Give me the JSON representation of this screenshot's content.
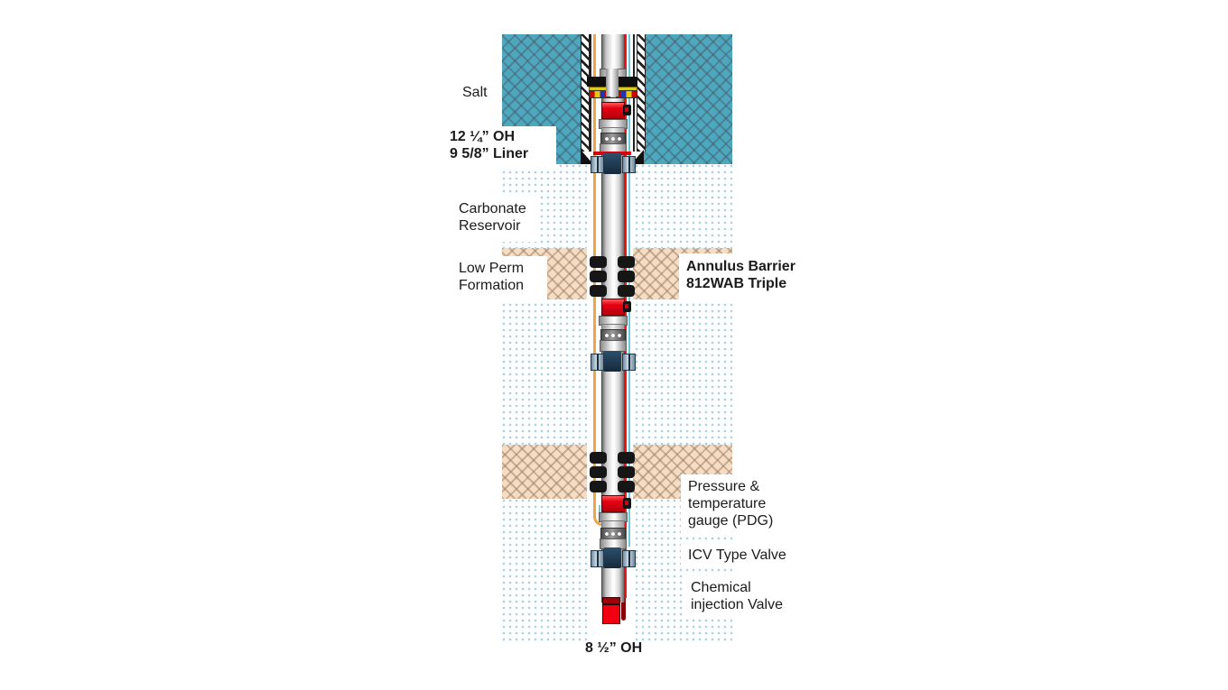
{
  "diagram_title": "well-completion-schematic",
  "labels": {
    "salt": "Salt",
    "hole_top_1": "12 ¼” OH",
    "hole_top_2": "9 5/8” Liner",
    "carbonate_1": "Carbonate",
    "carbonate_2": "Reservoir",
    "low_perm_1": "Low Perm",
    "low_perm_2": "Formation",
    "annulus_1": "Annulus Barrier",
    "annulus_2": "812WAB Triple",
    "pdg_1": "Pressure &",
    "pdg_2": "temperature",
    "pdg_3": "gauge (PDG)",
    "icv": "ICV Type Valve",
    "chem_1": "Chemical",
    "chem_2": "injection Valve",
    "hole_bottom": "8 ½” OH"
  },
  "formations": [
    {
      "name": "Salt",
      "pattern": "teal-crosshatch",
      "color": "#4DA7BE"
    },
    {
      "name": "Carbonate Reservoir",
      "pattern": "light-blue-dots",
      "color": "#AED0DD"
    },
    {
      "name": "Low Perm Formation",
      "pattern": "tan-crosshatch",
      "color": "#F6DCC0"
    }
  ],
  "components": [
    {
      "name": "tubing-hanger-packer"
    },
    {
      "name": "red-control-valve-upper"
    },
    {
      "name": "gauge-mandrel-upper"
    },
    {
      "name": "liner-top-valve"
    },
    {
      "name": "annulus-barrier-812wab-triple-upper"
    },
    {
      "name": "red-control-valve-middle"
    },
    {
      "name": "gauge-mandrel-middle"
    },
    {
      "name": "flow-control-valve-middle"
    },
    {
      "name": "annulus-barrier-812wab-triple-lower"
    },
    {
      "name": "pressure-temperature-gauge-pdg"
    },
    {
      "name": "icv-type-valve"
    },
    {
      "name": "chemical-injection-valve"
    }
  ],
  "colors": {
    "salt_teal": "#4DA7BE",
    "low_perm_tan": "#F6DCC0",
    "carbonate_dot": "#AED0DD",
    "packer_black": "#161616",
    "valve_red": "#E60012",
    "component_navy": "#16293C",
    "control_line_orange": "#F0A544",
    "control_line_red": "#EE1515",
    "control_line_teal": "#6CC9D8",
    "text": "#1B1B1B"
  }
}
